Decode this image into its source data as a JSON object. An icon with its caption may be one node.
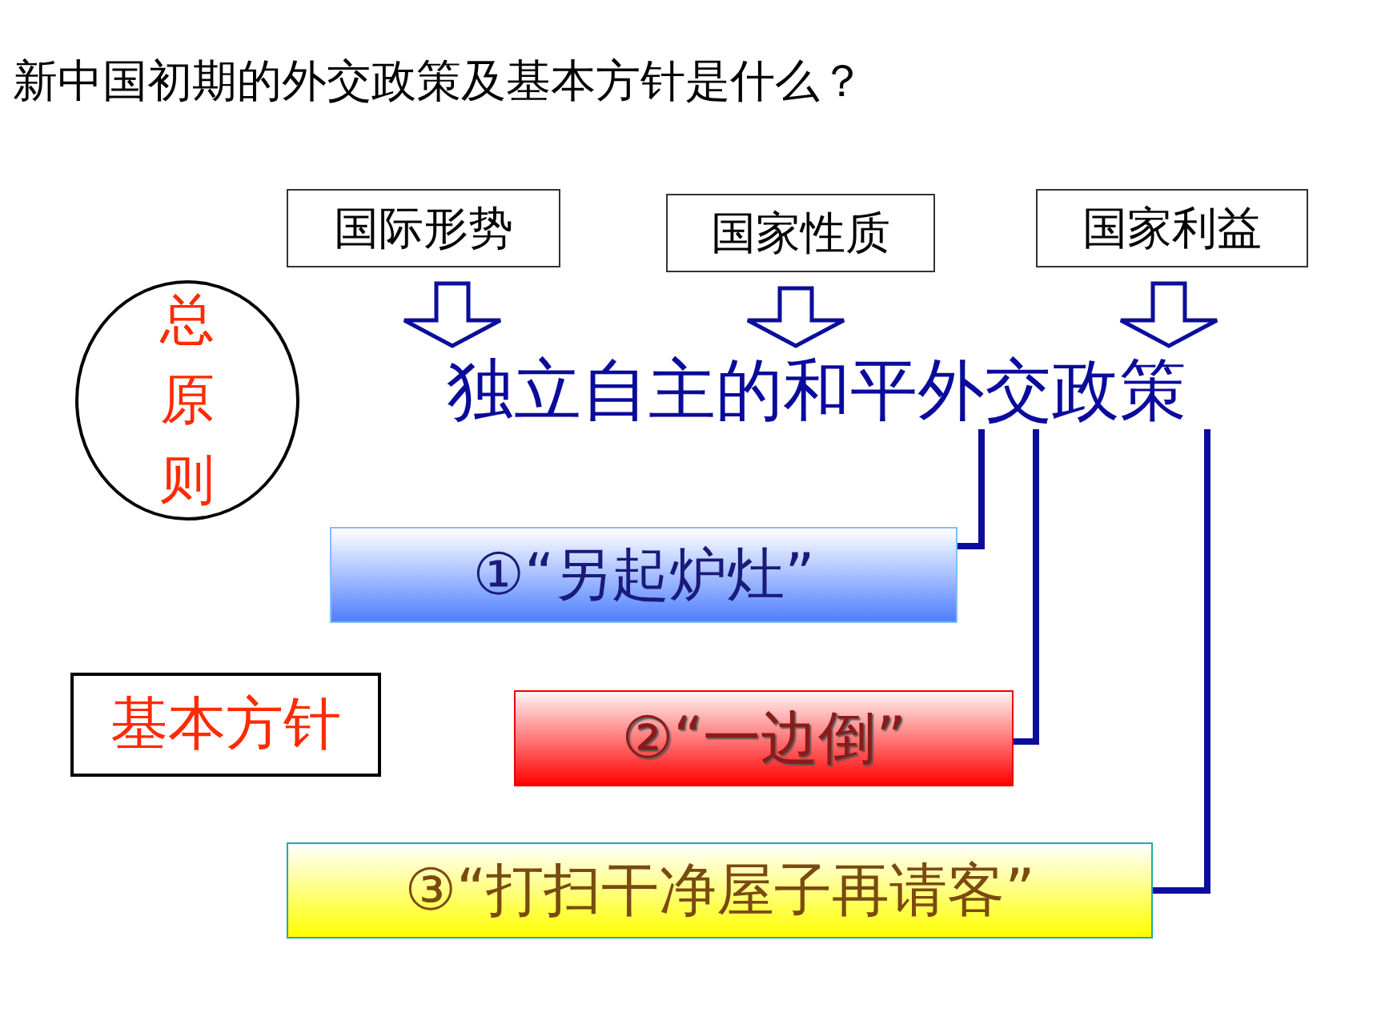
{
  "diagram": {
    "title": "新中国初期的外交政策及基本方针是什么？",
    "nodes": [
      {
        "text": [
          "国际形势"
        ]
      },
      {
        "text": [
          "国家性质"
        ]
      },
      {
        "text": [
          "国家利益"
        ]
      },
      {
        "text": [
          "独立自主的和平外交政策"
        ]
      },
      {
        "text": [
          "总原则"
        ]
      },
      {
        "text": [
          "基本方针"
        ]
      },
      {
        "text": [
          "①“另起炉灶”"
        ]
      },
      {
        "text": [
          "②“一边倒”"
        ]
      },
      {
        "text": [
          "③“打扫干净屋子再请客”"
        ]
      }
    ],
    "edges": [
      {
        "from": 0,
        "to": 3,
        "arrow": "to"
      },
      {
        "from": 1,
        "to": 3,
        "arrow": "to"
      },
      {
        "from": 2,
        "to": 3,
        "arrow": "to"
      },
      {
        "from": 3,
        "to": 6,
        "arrow": "none"
      },
      {
        "from": 3,
        "to": 7,
        "arrow": "none"
      },
      {
        "from": 3,
        "to": 8,
        "arrow": "none"
      }
    ]
  }
}
